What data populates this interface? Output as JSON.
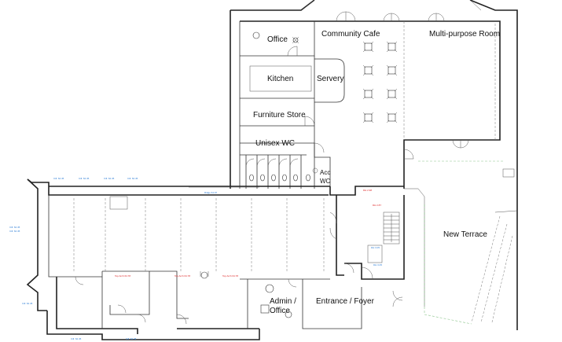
{
  "rooms": {
    "office": "Office",
    "community_cafe": "Community Cafe",
    "multipurpose_room": "Multi-purpose Room",
    "kitchen": "Kitchen",
    "servery": "Servery",
    "furniture_store": "Furniture Store",
    "unisex_wc": "Unisex WC",
    "acc_wc_line1": "Acc",
    "acc_wc_line2": "WC",
    "new_terrace": "New Terrace",
    "admin_office_line1": "Admin /",
    "admin_office_line2": "Office",
    "entrance_foyer": "Entrance / Foyer"
  },
  "colors": {
    "wall": "#222222",
    "dimension_blue": "#2f7fd6",
    "dimension_red": "#dd2222",
    "terrace_edge_green": "#8bc48b"
  }
}
